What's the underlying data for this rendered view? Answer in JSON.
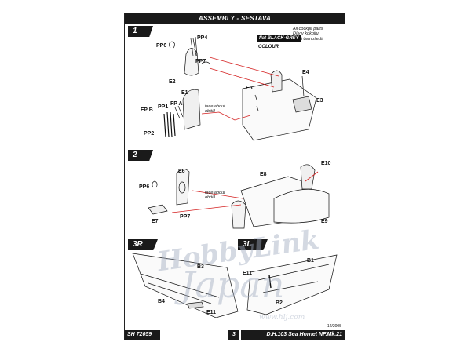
{
  "header": {
    "title": "ASSEMBLY - SESTAVA"
  },
  "steps": [
    "1",
    "2",
    "3R",
    "3L"
  ],
  "notes": {
    "colour_badge": "flat BLACK-GREY",
    "colour_word": "COLOUR",
    "cockpit_en": "All cockpit parts",
    "cockpit_cz1": "Díly v kokpitu",
    "cockpit_cz2": "šedá černošedá",
    "face_about_1": "face about",
    "face_about_1_cz": "obóill",
    "face_about_2": "face about",
    "face_about_2_cz": "obóill"
  },
  "parts": {
    "pp6a": "PP6",
    "pp4": "PP4",
    "pp7a": "PP7",
    "e2": "E2",
    "e1": "E1",
    "fpa": "FP A",
    "pp1": "PP1",
    "fpb": "FP B",
    "pp2": "PP2",
    "e5": "E5",
    "e4": "E4",
    "e3": "E3",
    "pp6b": "PP6",
    "e6": "E6",
    "e7": "E7",
    "pp7b": "PP7",
    "e8": "E8",
    "e10": "E10",
    "e9": "E9",
    "b3": "B3",
    "b4": "B4",
    "e11a": "E11",
    "b1": "B1",
    "e11b": "E11",
    "b2": "B2"
  },
  "footer": {
    "code": "SH 72059",
    "page": "3",
    "date": "12/2005",
    "title": "D.H.103 Sea Hornet NF.Mk.21"
  },
  "watermark": {
    "brand": "HobbyLink",
    "sub": "Japan",
    "url": "www.hlj.com"
  },
  "colors": {
    "leader_red": "#d42020",
    "ink": "#111111",
    "header_bg": "#1a1a1a"
  }
}
